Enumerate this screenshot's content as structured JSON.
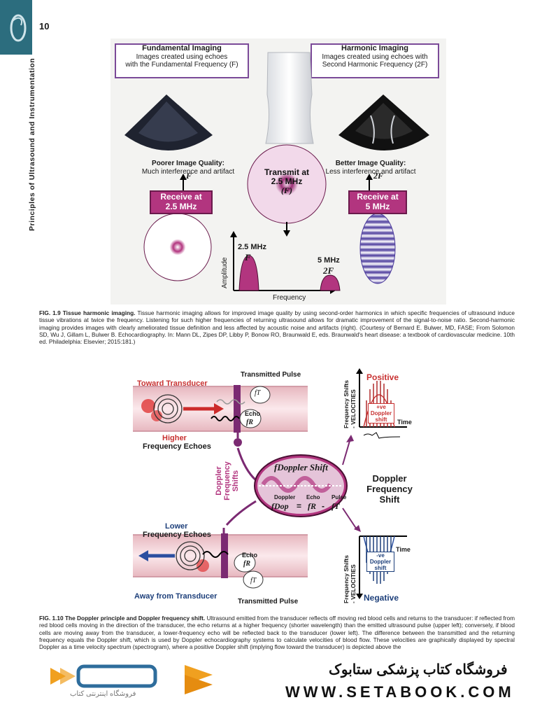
{
  "page_number": "10",
  "running_head": "Principles of Ultrasound and Instrumentation",
  "fig19": {
    "fundamental_title": "Fundamental Imaging",
    "fundamental_desc1": "Images created using echoes",
    "fundamental_desc2": "with the Fundamental Frequency (F)",
    "harmonic_title": "Harmonic Imaging",
    "harmonic_desc1": "Images created using echoes with",
    "harmonic_desc2": "Second Harmonic Frequency (2F)",
    "poorer_title": "Poorer Image Quality:",
    "poorer_desc": "Much interference and artifact",
    "better_title": "Better Image Quality:",
    "better_desc": "Less interference and artifact",
    "receive_left_1": "Receive at",
    "receive_left_2": "2.5 MHz",
    "receive_right_1": "Receive at",
    "receive_right_2": "5 MHz",
    "transmit_1": "Transmit at",
    "transmit_2": "2.5 MHz",
    "transmit_3": "(F)",
    "arrow_f": "F",
    "arrow_2f": "2F",
    "peak1_freq": "2.5 MHz",
    "peak1_sym": "F",
    "peak2_freq": "5 MHz",
    "peak2_sym": "2F",
    "axis_amplitude": "Amplitude",
    "axis_frequency": "Frequency"
  },
  "caption19": {
    "label": "FIG. 1.9",
    "title": "Tissue harmonic imaging.",
    "text": "Tissue harmonic imaging allows for improved image quality by using second-order harmonics in which specific frequencies of ultrasound induce tissue vibrations at twice the frequency. Listening for such higher frequencies of returning ultrasound allows for dramatic improvement of the signal-to-noise ratio. Second-harmonic imaging provides images with clearly ameliorated tissue definition and less affected by acoustic noise and artifacts (right). (Courtesy of Bernard E. Bulwer, MD, FASE; From Solomon SD, Wu J, Gillam L, Bulwer B. Echocardiography. In: Mann DL, Zipes DP, Libby P, Bonow RO, Braunwald E, eds. Braunwald's heart disease: a textbook of cardiovascular medicine. 10th ed. Philadelphia: Elsevier; 2015:181.)"
  },
  "fig110": {
    "toward": "Toward Transducer",
    "transmitted_top": "Transmitted Pulse",
    "ft": "fT",
    "echo": "Echo",
    "fr": "fR",
    "higher1": "Higher",
    "higher2": "Frequency Echoes",
    "doppler_vert1": "Doppler",
    "doppler_vert2": "Frequency",
    "doppler_vert3": "Shifts",
    "fdoppler": "fDoppler Shift",
    "eq_doppler": "Doppler",
    "eq_echo": "Echo",
    "eq_pulse": "Pulse",
    "eq_fdop": "fDop",
    "eq_fr": "fR",
    "eq_ft": "fT",
    "dfs1": "Doppler",
    "dfs2": "Frequency",
    "dfs3": "Shift",
    "lower1": "Lower",
    "lower2": "Frequency Echoes",
    "away": "Away from Transducer",
    "transmitted_bottom": "Transmitted Pulse",
    "positive": "Positive",
    "negative": "Negative",
    "freq_shifts": "Frequency Shifts",
    "velocities_top": "- VELOCITIES",
    "velocities_bottom": "- VELOCITIES",
    "time_top": "Time",
    "time_bottom": "Time",
    "pos_ve": "+ve",
    "pos_doppler": "Doppler",
    "pos_shift": "shift",
    "neg_ve": "-ve",
    "neg_doppler": "Doppler",
    "neg_shift": "shift"
  },
  "caption110": {
    "label": "FIG. 1.10",
    "title": "The Doppler principle and Doppler frequency shift.",
    "text": "Ultrasound emitted from the transducer reflects off moving red blood cells and returns to the transducer: if reflected from red blood cells moving in the direction of the transducer, the echo returns at a higher frequency (shorter wavelength) than the emitted ultrasound pulse (upper left); conversely, if blood cells are moving away from the transducer, a lower-frequency echo will be reflected back to the transducer (lower left). The difference between the transmitted and the returning frequency equals the Doppler shift, which is used by Doppler echocardiography systems to calculate velocities of blood flow. These velocities are graphically displayed by spectral Doppler as a time velocity spectrum (spectrogram), where a positive Doppler shift (implying flow toward the transducer) is depicted above the"
  },
  "footer": {
    "persian_title": "فروشگاه کتاب پزشکی ستابوک",
    "url": "WWW.SETABOOK.COM",
    "logo_sub": "فروشگاه اینترنتی کتاب"
  },
  "colors": {
    "magenta": "#b2357f",
    "purple": "#7b4a98",
    "navy": "#1d3f7a",
    "red": "#cc2b2b",
    "teal": "#2c6d7e",
    "orange": "#f0a020"
  }
}
